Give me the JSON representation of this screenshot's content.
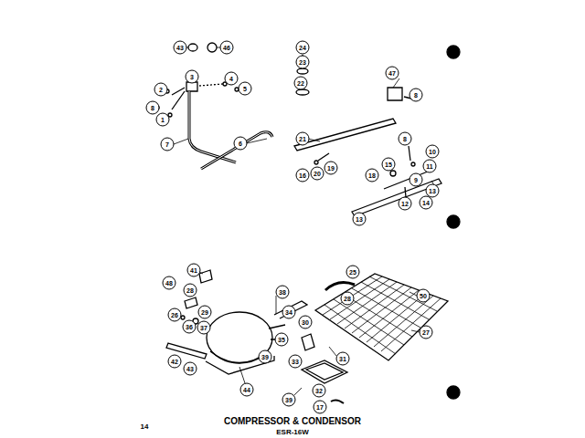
{
  "diagram": {
    "title": "COMPRESSOR & CONDENSOR",
    "caption": "ESR-16W",
    "labels": [
      "43",
      "46",
      "3",
      "2",
      "4",
      "5",
      "8",
      "1",
      "7",
      "6",
      "24",
      "23",
      "22",
      "47",
      "8",
      "21",
      "8",
      "10",
      "16",
      "20",
      "19",
      "15",
      "11",
      "18",
      "9",
      "13",
      "14",
      "12",
      "13",
      "48",
      "41",
      "28",
      "29",
      "26",
      "36",
      "37",
      "42",
      "43",
      "44",
      "38",
      "34",
      "35",
      "39",
      "25",
      "28",
      "50",
      "30",
      "31",
      "27",
      "33",
      "32",
      "39",
      "17",
      "14"
    ]
  }
}
